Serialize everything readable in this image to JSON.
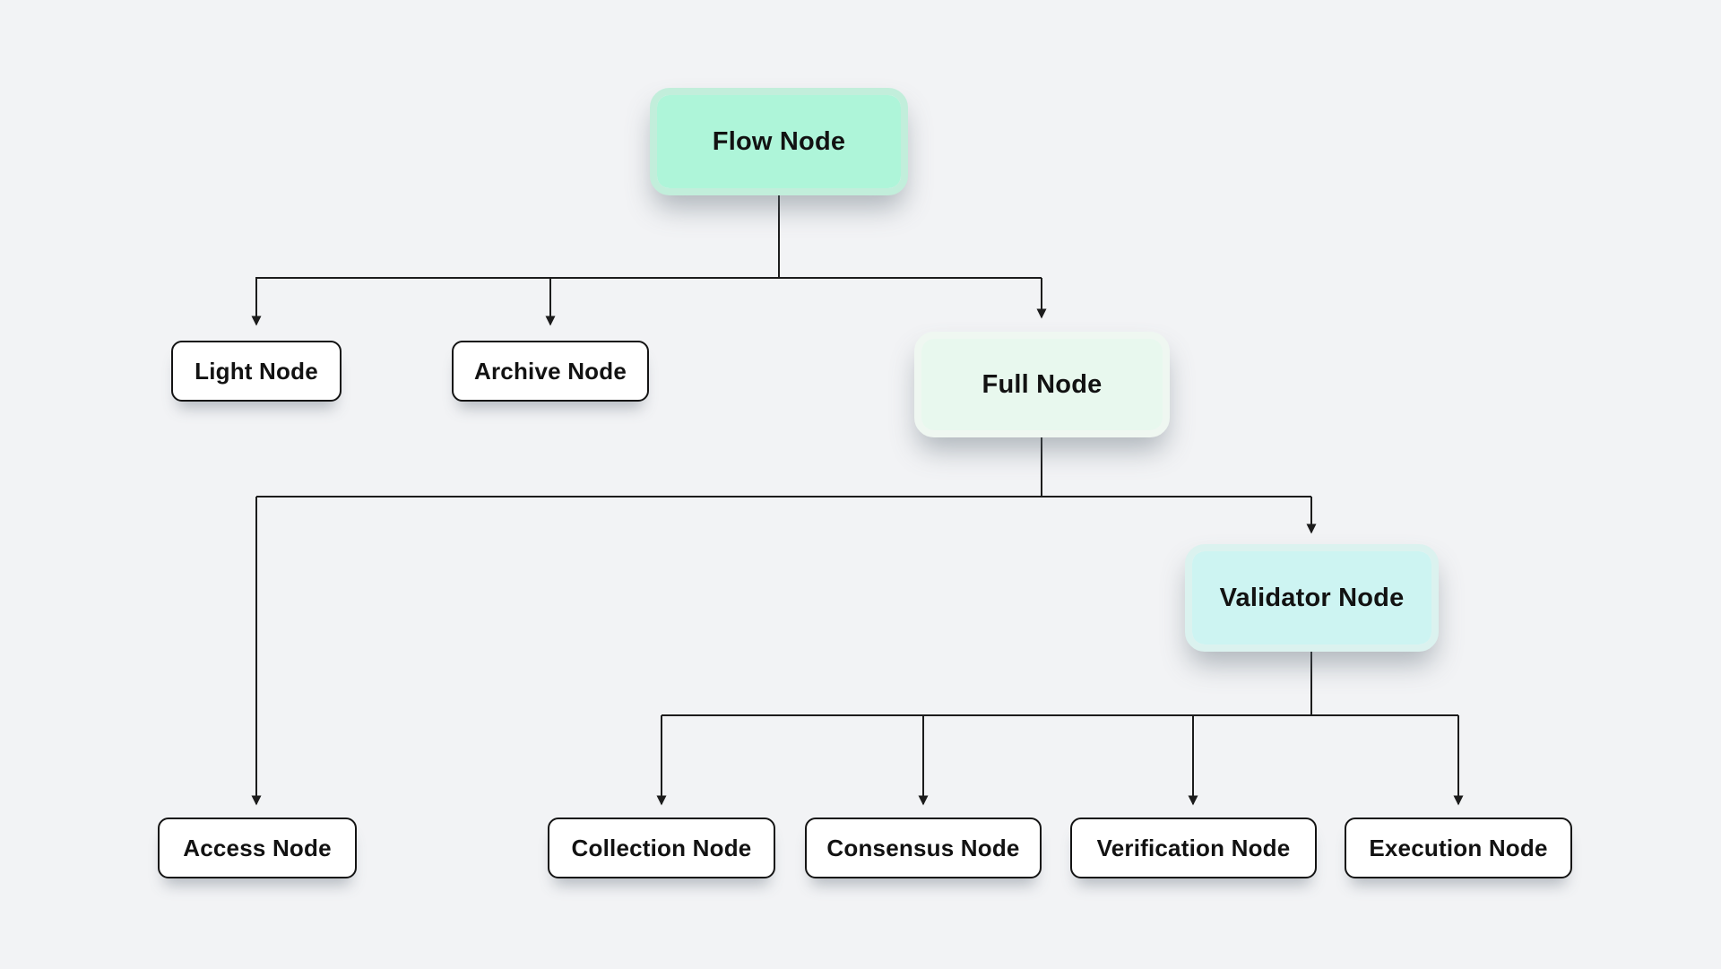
{
  "colors": {
    "background": "#f2f3f5",
    "flow_node_fill": "#aef5d9",
    "flow_node_ring": "#c2eedb",
    "full_node_fill": "#e8f8ee",
    "full_node_ring": "#eff7f1",
    "validator_node_fill": "#cdf4f2",
    "validator_node_ring": "#dbf2ef",
    "child_node_fill": "#ffffff",
    "border_color": "#141414",
    "edge_color": "#1c1c1c",
    "text_color": "#121212"
  },
  "diagram": {
    "type": "tree-flowchart",
    "nodes": {
      "flow": {
        "label": "Flow Node"
      },
      "light": {
        "label": "Light Node"
      },
      "archive": {
        "label": "Archive Node"
      },
      "full": {
        "label": "Full Node"
      },
      "access": {
        "label": "Access Node"
      },
      "validator": {
        "label": "Validator Node"
      },
      "collection": {
        "label": "Collection Node"
      },
      "consensus": {
        "label": "Consensus Node"
      },
      "verification": {
        "label": "Verification Node"
      },
      "execution": {
        "label": "Execution Node"
      }
    },
    "edges": [
      {
        "from": "flow",
        "to": "light"
      },
      {
        "from": "flow",
        "to": "archive"
      },
      {
        "from": "flow",
        "to": "full"
      },
      {
        "from": "full",
        "to": "access"
      },
      {
        "from": "full",
        "to": "validator"
      },
      {
        "from": "validator",
        "to": "collection"
      },
      {
        "from": "validator",
        "to": "consensus"
      },
      {
        "from": "validator",
        "to": "verification"
      },
      {
        "from": "validator",
        "to": "execution"
      }
    ]
  }
}
